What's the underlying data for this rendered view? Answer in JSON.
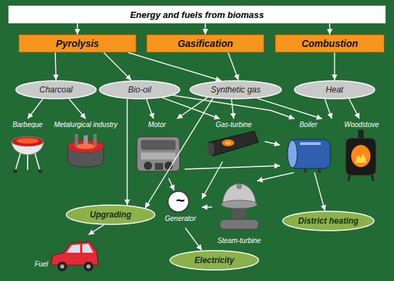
{
  "diagram": {
    "nodes": [
      {
        "text": [
          "Energy and fuels from biomass"
        ]
      },
      {
        "text": [
          "Pyrolysis"
        ]
      },
      {
        "text": [
          "Gasification"
        ]
      },
      {
        "text": [
          "Combustion"
        ]
      },
      {
        "text": [
          "Charcoal"
        ]
      },
      {
        "text": [
          "Bio-oil"
        ]
      },
      {
        "text": [
          "Synthetic gas"
        ]
      },
      {
        "text": [
          "Heat"
        ]
      },
      {
        "text": [
          "Barbeque"
        ]
      },
      {
        "text": [
          "Metalurgical industry"
        ]
      },
      {
        "text": [
          "Motor"
        ]
      },
      {
        "text": [
          "Gas-turbine"
        ]
      },
      {
        "text": [
          "Boiler"
        ]
      },
      {
        "text": [
          "Woodstove"
        ]
      },
      {
        "text": [
          "Upgrading"
        ]
      },
      {
        "text": [
          "~",
          "Generator"
        ]
      },
      {
        "text": [
          "Steam-turbine"
        ]
      },
      {
        "text": [
          "District heating"
        ]
      },
      {
        "text": [
          "Electricity"
        ]
      },
      {
        "text": [
          "Fuel"
        ]
      }
    ],
    "edges": [
      {
        "from": 0,
        "to": 1,
        "arrow": "to"
      },
      {
        "from": 0,
        "to": 2,
        "arrow": "to"
      },
      {
        "from": 0,
        "to": 3,
        "arrow": "to"
      },
      {
        "from": 1,
        "to": 4,
        "arrow": "to"
      },
      {
        "from": 1,
        "to": 5,
        "arrow": "to"
      },
      {
        "from": 1,
        "to": 6,
        "arrow": "to"
      },
      {
        "from": 2,
        "to": 6,
        "arrow": "to"
      },
      {
        "from": 3,
        "to": 7,
        "arrow": "to"
      },
      {
        "from": 4,
        "to": 8,
        "arrow": "to"
      },
      {
        "from": 4,
        "to": 9,
        "arrow": "to"
      },
      {
        "from": 5,
        "to": 10,
        "arrow": "to"
      },
      {
        "from": 5,
        "to": 11,
        "arrow": "to"
      },
      {
        "from": 5,
        "to": 12,
        "arrow": "to"
      },
      {
        "from": 5,
        "to": 14,
        "arrow": "to"
      },
      {
        "from": 6,
        "to": 10,
        "arrow": "to"
      },
      {
        "from": 6,
        "to": 11,
        "arrow": "to"
      },
      {
        "from": 6,
        "to": 12,
        "arrow": "to"
      },
      {
        "from": 6,
        "to": 14,
        "arrow": "to"
      },
      {
        "from": 7,
        "to": 12,
        "arrow": "to"
      },
      {
        "from": 7,
        "to": 13,
        "arrow": "to"
      },
      {
        "from": 10,
        "to": 15,
        "arrow": "to"
      },
      {
        "from": 11,
        "to": 15,
        "arrow": "to"
      },
      {
        "from": 11,
        "to": 12,
        "arrow": "to"
      },
      {
        "from": 10,
        "to": 12,
        "arrow": "to"
      },
      {
        "from": 12,
        "to": 16,
        "arrow": "to"
      },
      {
        "from": 12,
        "to": 17,
        "arrow": "to"
      },
      {
        "from": 16,
        "to": 15,
        "arrow": "to"
      },
      {
        "from": 15,
        "to": 18,
        "arrow": "to"
      },
      {
        "from": 14,
        "to": 19,
        "arrow": "to"
      }
    ]
  }
}
